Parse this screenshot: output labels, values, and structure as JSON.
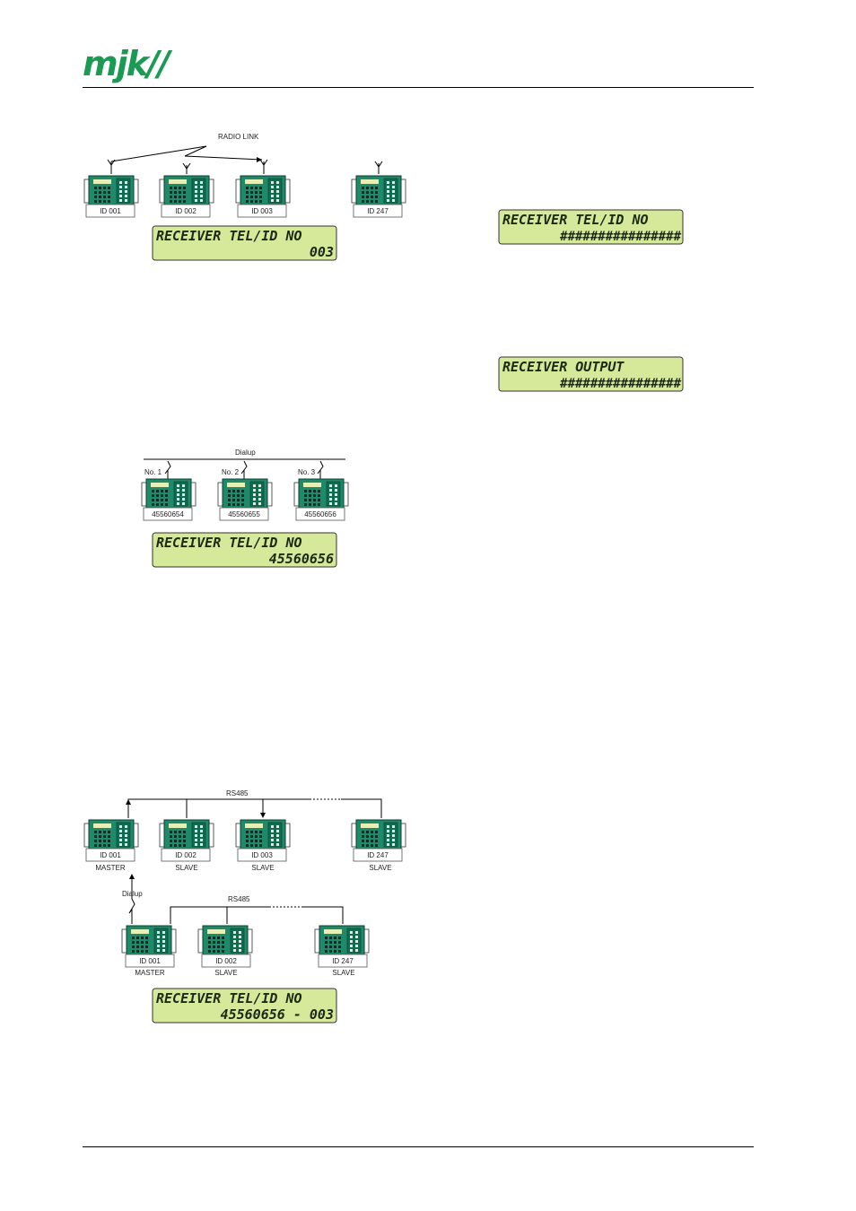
{
  "header": {
    "logo_text": "mjk//"
  },
  "colors": {
    "brand": "#1a9a52",
    "device": "#1f8a6a",
    "lcd_bg": "#d6e89a",
    "lcd_text": "#1c2a14"
  },
  "diagram_radio": {
    "link_label": "RADIO LINK",
    "devices": [
      "ID 001",
      "ID 002",
      "ID 003",
      "ID 247"
    ],
    "display": {
      "line1": "RECEIVER TEL/ID NO",
      "line2": "003"
    }
  },
  "display_receiver_tel": {
    "line1": "RECEIVER TEL/ID NO",
    "line2": "################"
  },
  "display_receiver_output": {
    "line1": "RECEIVER OUTPUT",
    "line2": "################"
  },
  "diagram_dialup": {
    "network_label": "Dialup",
    "numbers": [
      "No. 1",
      "No. 2",
      "No. 3"
    ],
    "devices": [
      "45560654",
      "45560655",
      "45560656"
    ],
    "display": {
      "line1": "RECEIVER TEL/ID NO",
      "line2": "45560656"
    }
  },
  "diagram_rs485": {
    "bus_label_top": "RS485",
    "bus_label_bottom": "RS485",
    "dialup_label": "Dialup",
    "top_devices": [
      {
        "id": "ID 001",
        "role": "MASTER"
      },
      {
        "id": "ID 002",
        "role": "SLAVE"
      },
      {
        "id": "ID 003",
        "role": "SLAVE"
      },
      {
        "id": "ID 247",
        "role": "SLAVE"
      }
    ],
    "bottom_devices": [
      {
        "id": "ID 001",
        "role": "MASTER"
      },
      {
        "id": "ID 002",
        "role": "SLAVE"
      },
      {
        "id": "ID 247",
        "role": "SLAVE"
      }
    ],
    "display": {
      "line1": "RECEIVER TEL/ID NO",
      "line2": "45560656 - 003"
    }
  }
}
